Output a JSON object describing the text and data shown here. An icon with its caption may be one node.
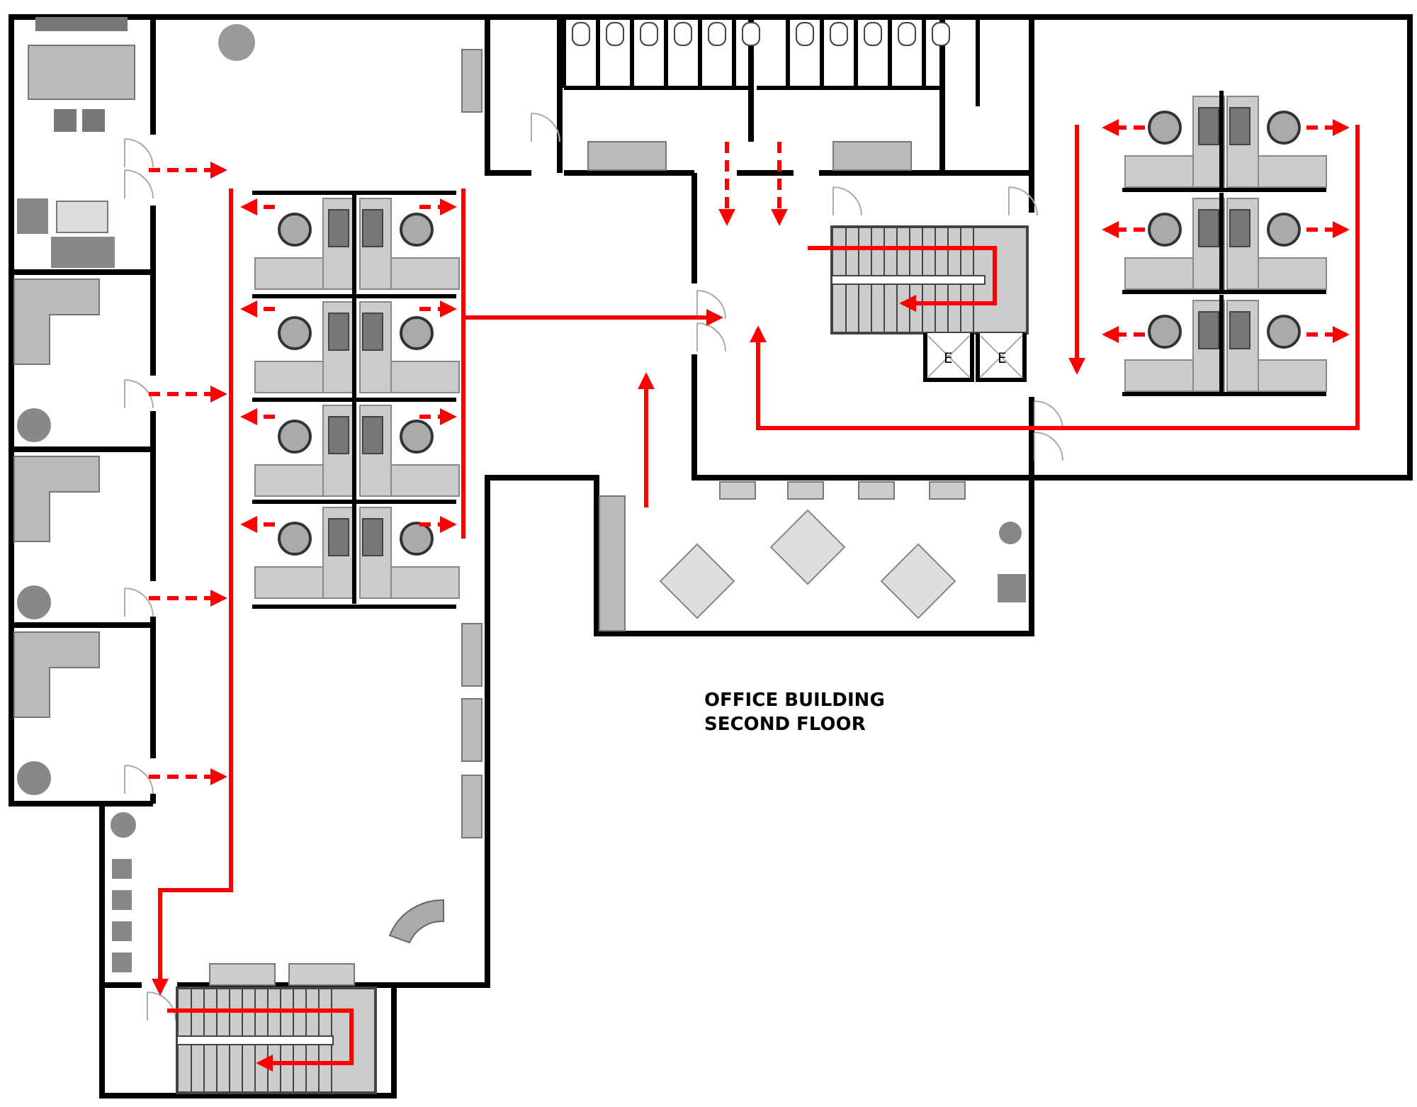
{
  "diagram": {
    "title": "OFFICE BUILDING SECOND FLOOR",
    "labels": [
      "E",
      "E"
    ]
  }
}
